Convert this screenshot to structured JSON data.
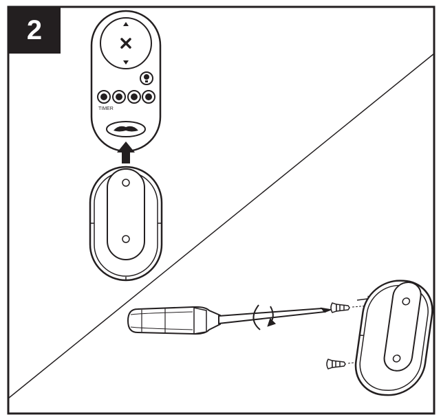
{
  "step": {
    "number": "2"
  },
  "remote": {
    "button_label": "TIMER"
  },
  "colors": {
    "ink": "#231f20",
    "paper": "#ffffff"
  },
  "icons": [
    "step-number-badge",
    "remote-control",
    "wall-cradle",
    "screwdriver",
    "screw",
    "arrow"
  ]
}
